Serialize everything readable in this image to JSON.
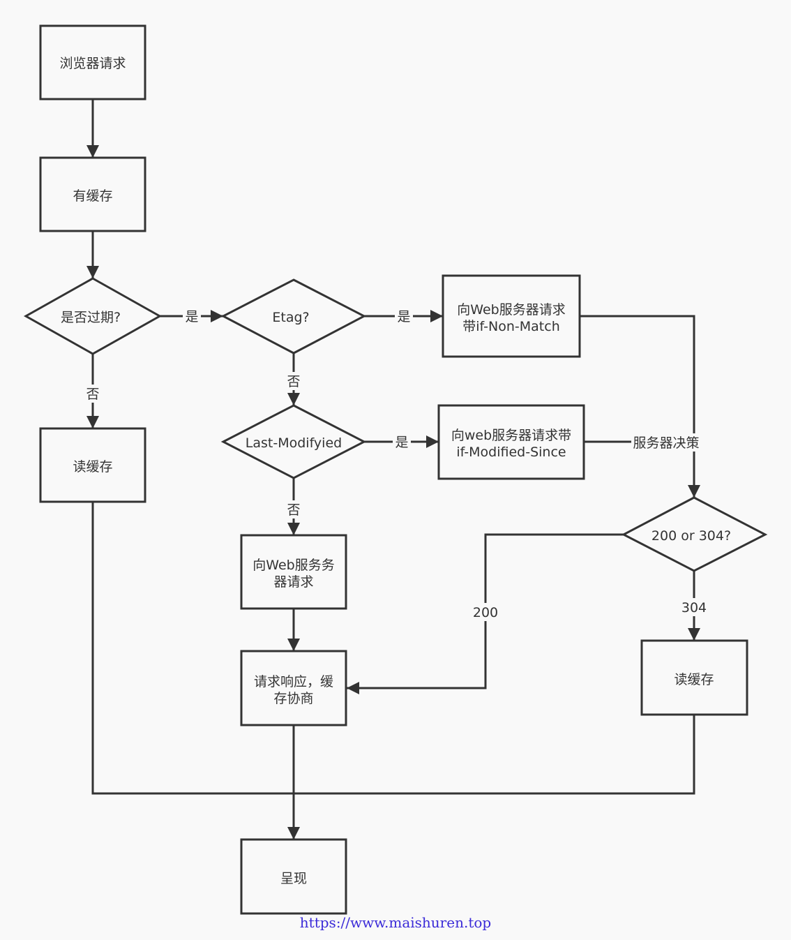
{
  "colors": {
    "background": "#f9f9f9",
    "stroke": "#333333",
    "text": "#333333",
    "watermark": "#3b2bd8"
  },
  "nodes": {
    "browser_request": {
      "shape": "rect",
      "lines": [
        "浏览器请求"
      ]
    },
    "has_cache": {
      "shape": "rect",
      "lines": [
        "有缓存"
      ]
    },
    "expired": {
      "shape": "diamond",
      "lines": [
        "是否过期?"
      ]
    },
    "etag": {
      "shape": "diamond",
      "lines": [
        "Etag?"
      ]
    },
    "request_if_none_match": {
      "shape": "rect",
      "lines": [
        "向Web服务器请求",
        "带if-Non-Match"
      ]
    },
    "read_cache_left": {
      "shape": "rect",
      "lines": [
        "读缓存"
      ]
    },
    "last_modified": {
      "shape": "diamond",
      "lines": [
        "Last-Modifyied"
      ]
    },
    "request_if_modified_since": {
      "shape": "rect",
      "lines": [
        "向web服务器请求带",
        "if-Modified-Since"
      ]
    },
    "status_check": {
      "shape": "diamond",
      "lines": [
        "200 or 304?"
      ]
    },
    "request_web": {
      "shape": "rect",
      "lines": [
        "向Web服务务",
        "器请求"
      ]
    },
    "response_negotiate": {
      "shape": "rect",
      "lines": [
        "请求响应，缓",
        "存协商"
      ]
    },
    "read_cache_right": {
      "shape": "rect",
      "lines": [
        "读缓存"
      ]
    },
    "render": {
      "shape": "rect",
      "lines": [
        "呈现"
      ]
    }
  },
  "edge_labels": {
    "expired_yes": "是",
    "etag_yes": "是",
    "expired_no": "否",
    "etag_no": "否",
    "last_modified_yes": "是",
    "server_decision": "服务器决策",
    "last_modified_no": "否",
    "status_200": "200",
    "status_304": "304"
  },
  "watermark": "https://www.maishuren.top"
}
